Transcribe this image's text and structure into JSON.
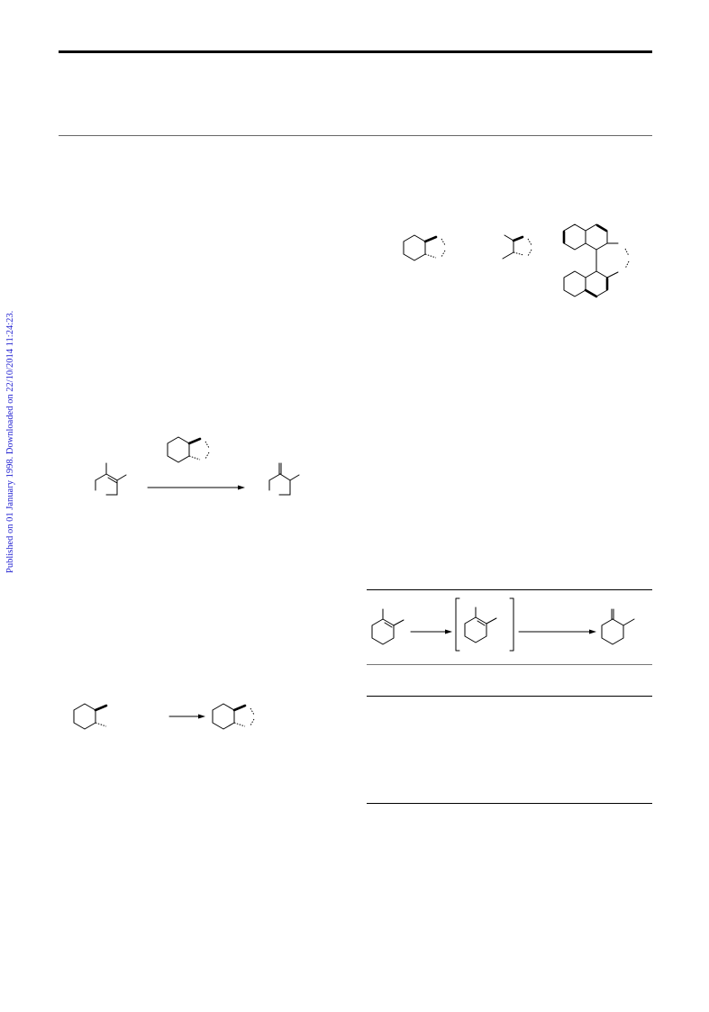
{
  "document": {
    "side_note": "Published on 01 January 1998. Downloaded on 22/10/2014 11:24:23."
  },
  "figures": [
    {
      "name": "cyclohexane-dioxolane",
      "kind": "chemical-structure"
    },
    {
      "name": "dimethyl-dioxolane",
      "kind": "chemical-structure"
    },
    {
      "name": "binaphthyl-dioxepine",
      "kind": "chemical-structure"
    },
    {
      "name": "alkene-to-ketone-scheme",
      "kind": "reaction-scheme"
    },
    {
      "name": "cyclohexane-diol-to-acetal-scheme",
      "kind": "reaction-scheme"
    },
    {
      "name": "cyclic-alkene-isomerization-scheme",
      "kind": "reaction-scheme"
    }
  ],
  "colors": {
    "rule": "#000000",
    "thin_rule": "#666666",
    "side_note": "#1f1fd0"
  }
}
